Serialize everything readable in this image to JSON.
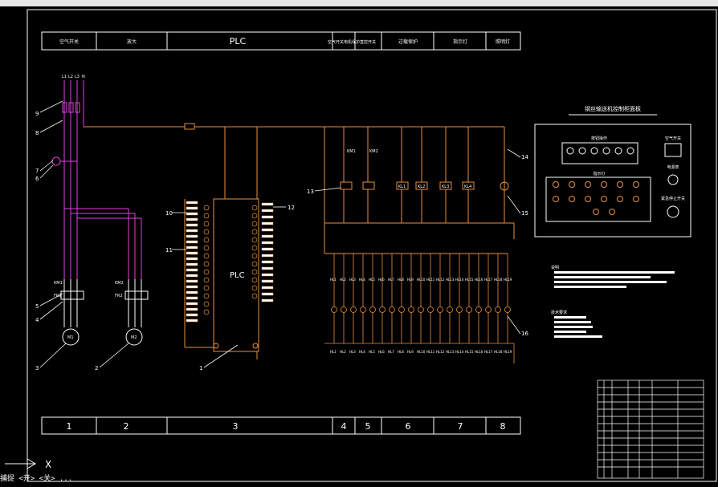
{
  "title_row": {
    "cells": [
      "空气开关",
      "放大",
      "PLC",
      "空气开关电机保护",
      "直控开关",
      "过载保护",
      "指示灯",
      "照明灯"
    ]
  },
  "bottom_row": {
    "numbers": [
      "1",
      "2",
      "3",
      "4",
      "5",
      "6",
      "7",
      "8"
    ]
  },
  "panel": {
    "title": "钢丝输送机控制柜面板",
    "buttons_label": "按钮操作",
    "air_switch_label": "空气开关",
    "power_label": "电源表",
    "lights_label": "指示灯",
    "emergency_label": "紧急停止开关"
  },
  "left_circuit": {
    "phase_labels": [
      "L1",
      "L2",
      "L3",
      "N"
    ],
    "motor_labels": [
      "M1",
      "M2"
    ],
    "contactor_labels": [
      "KM1",
      "KM2"
    ],
    "relay_labels": [
      "FR1",
      "FR2"
    ],
    "callouts": [
      "9",
      "8",
      "7",
      "6",
      "5",
      "4",
      "3",
      "2"
    ]
  },
  "plc": {
    "label": "PLC",
    "callouts": [
      "10",
      "11",
      "1",
      "12"
    ]
  },
  "right_circuit": {
    "callouts": [
      "13",
      "14",
      "15",
      "16"
    ],
    "top_coils": [
      "KM1",
      "KM2",
      "KL1",
      "KL2",
      "KL3",
      "KL4"
    ],
    "lamp_labels_top": [
      "HL1",
      "HL2",
      "HL3",
      "HL4",
      "HL5",
      "HL6",
      "HL7",
      "HL8",
      "HL9",
      "HL10",
      "HL11",
      "HL12",
      "HL13",
      "HL14",
      "HL15",
      "HL16",
      "HL17",
      "HL18",
      "HL19"
    ],
    "lamp_labels_bottom": [
      "HL1",
      "HL2",
      "HL3",
      "HL4",
      "HL5",
      "HL6",
      "HL7",
      "HL8",
      "HL9",
      "HL10",
      "HL11",
      "HL12",
      "HL13",
      "HL14",
      "HL15",
      "HL16",
      "HL17",
      "HL18",
      "HL19"
    ]
  },
  "notes": {
    "heading1": "说明",
    "heading2": "技术要求"
  },
  "axis_marker": "X",
  "command_line": "捕捉 <开> <关> ..."
}
